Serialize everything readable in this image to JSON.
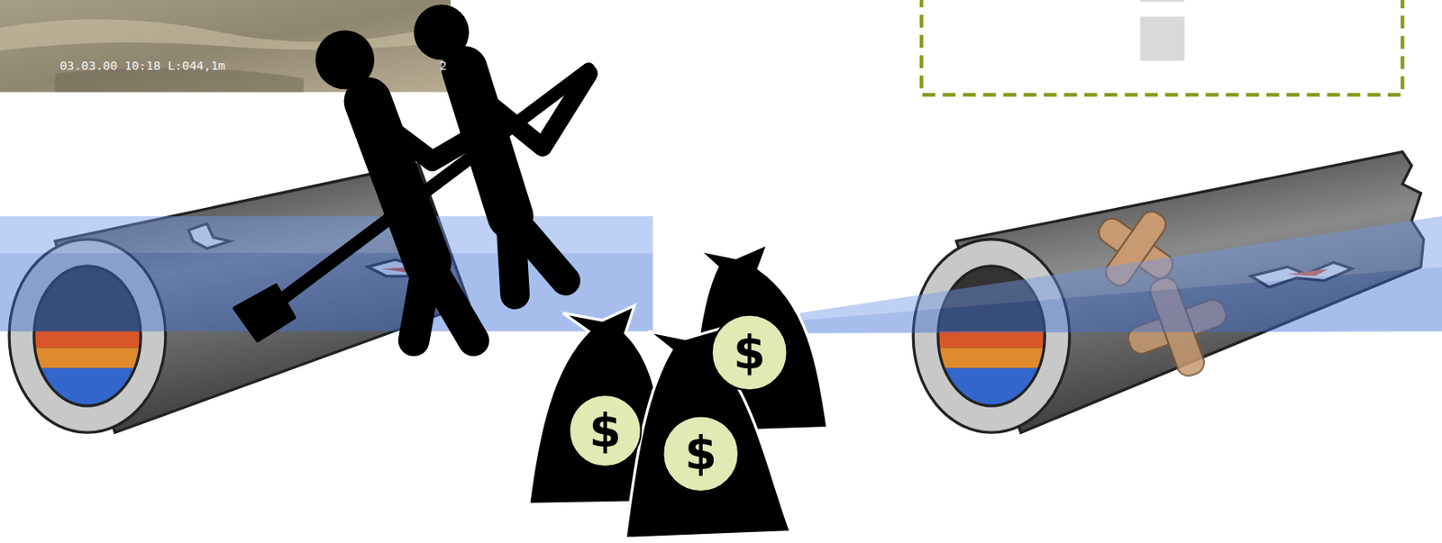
{
  "diagram": {
    "nodes": [
      {
        "text": [
          "$"
        ]
      },
      {
        "text": [
          "$"
        ]
      },
      {
        "text": [
          "$"
        ]
      }
    ],
    "labels": [
      "03.03.00 10:18 L:044,1m",
      "2"
    ]
  }
}
